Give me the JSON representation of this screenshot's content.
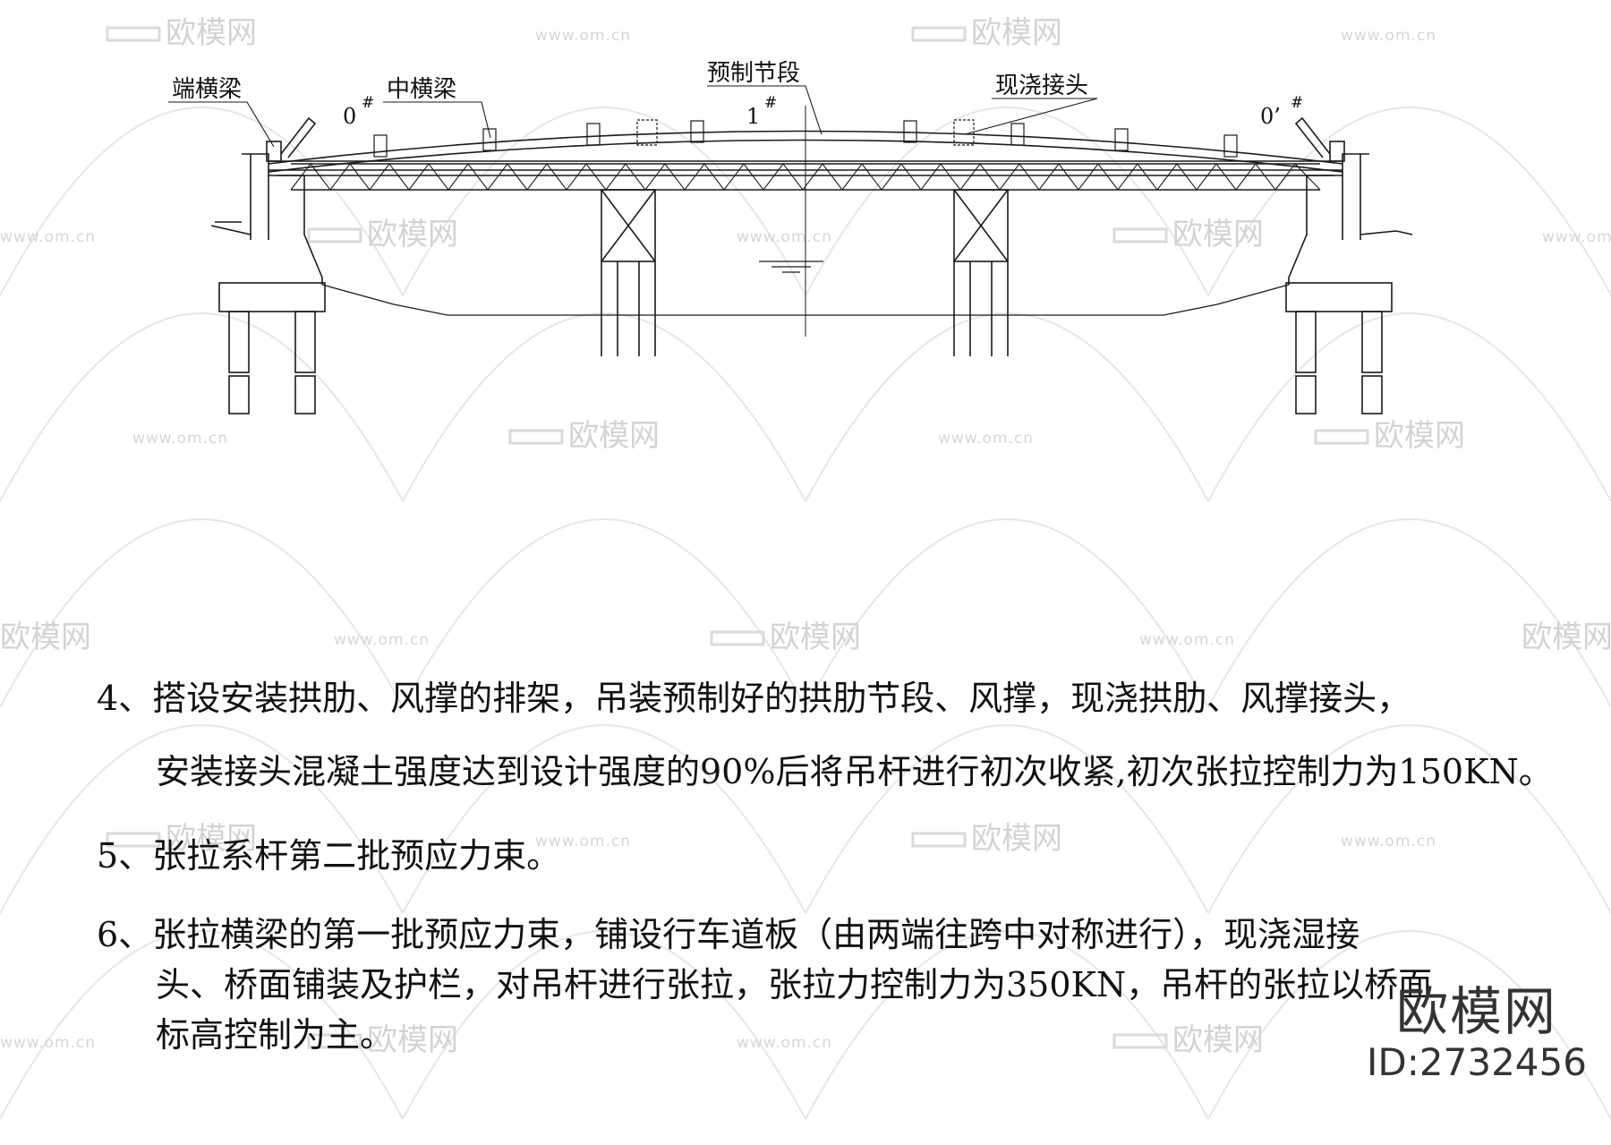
{
  "labels": {
    "end_beam": "端横梁",
    "mid_beam": "中横梁",
    "precast_segment": "预制节段",
    "cast_joint": "现浇接头"
  },
  "segment_marks": {
    "left": {
      "num": "0",
      "sup": "#"
    },
    "middle": {
      "num": "1",
      "sup": "#"
    },
    "right": {
      "num": "0’",
      "sup": "#"
    }
  },
  "steps": {
    "step4": {
      "line1": "4、搭设安装拱肋、风撑的排架，吊装预制好的拱肋节段、风撑，现浇拱肋、风撑接头，",
      "line2": "安装接头混凝土强度达到设计强度的90%后将吊杆进行初次收紧,初次张拉控制力为150KN。"
    },
    "step5": {
      "line1": "5、张拉系杆第二批预应力束。"
    },
    "step6": {
      "line1": "6、张拉横梁的第一批预应力束，铺设行车道板（由两端往跨中对称进行），现浇湿接",
      "line2": "头、桥面铺装及护栏，对吊杆进行张拉，张拉力控制力为350KN，吊杆的张拉以桥面",
      "line3": "标高控制为主。"
    }
  },
  "watermark": {
    "brand": "欧模网",
    "url": "www.om.cn",
    "id": "ID:2732456"
  }
}
